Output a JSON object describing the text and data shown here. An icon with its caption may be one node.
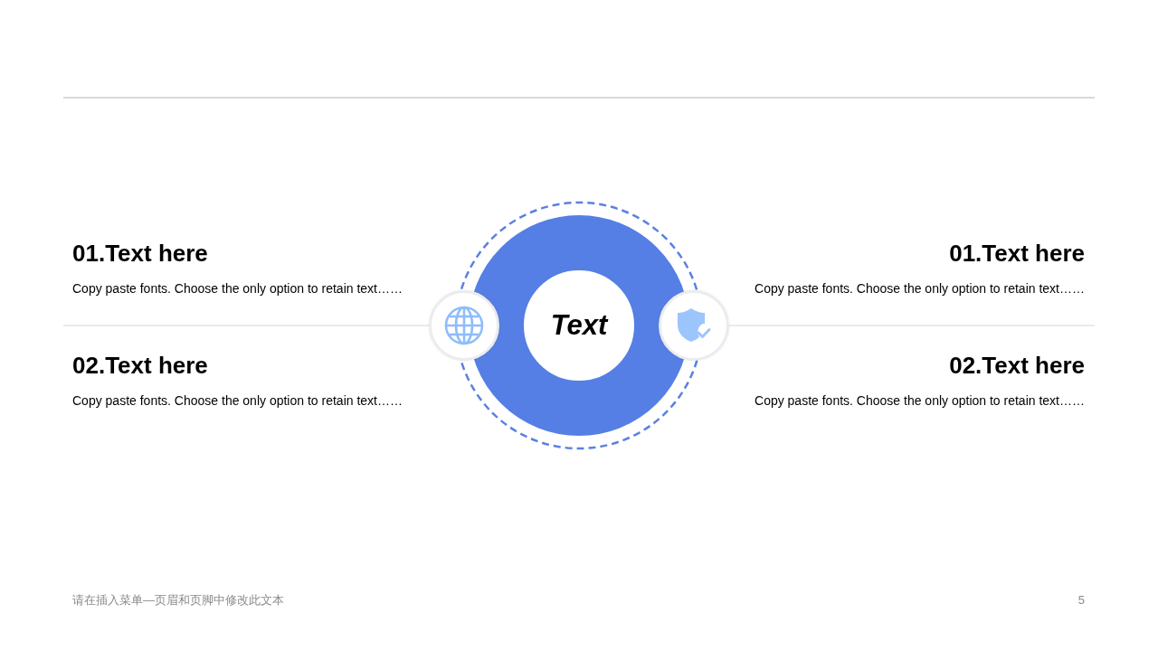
{
  "diagram": {
    "nodes": [
      {
        "text": [
          "Text"
        ]
      },
      {
        "text": [],
        "shape": "circle"
      },
      {
        "text": [],
        "shape": "circle"
      }
    ],
    "labels": [
      "01.Text here",
      "01.Text here",
      "Copy paste fonts. Choose the only option to retain text……",
      "Copy paste fonts. Choose the only option to retain text……",
      "02.Text here",
      "02.Text here",
      "Copy paste fonts. Choose the only option to retain text……",
      "Copy paste fonts. Choose the only option to retain text……",
      "请在插入菜单—页眉和页脚中修改此文本",
      "5"
    ]
  }
}
